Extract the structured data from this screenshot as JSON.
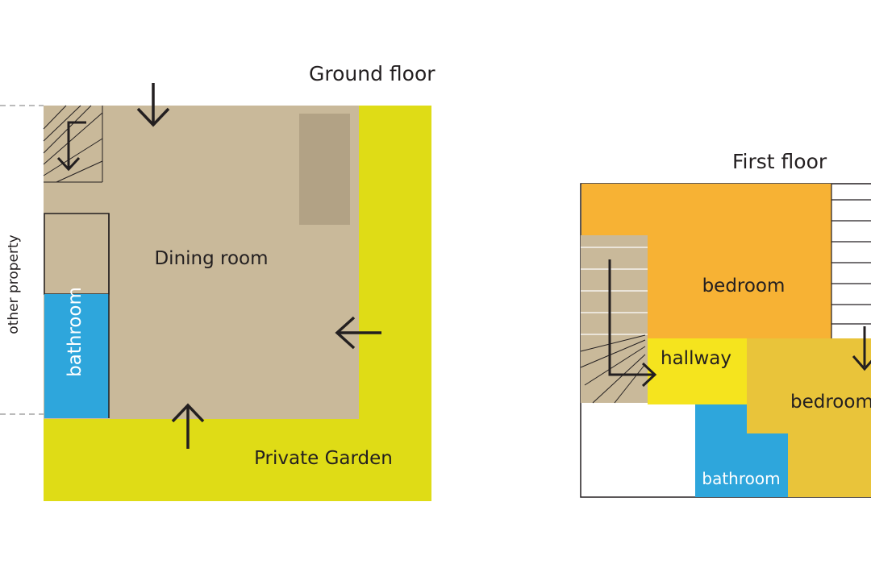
{
  "ground_floor": {
    "title": "Ground floor",
    "side_label": "other property",
    "rooms": {
      "dining_room": "Dining room",
      "bathroom": "bathroom",
      "garden": "Private Garden"
    }
  },
  "first_floor": {
    "title": "First floor",
    "rooms": {
      "bedroom_top": "bedroom",
      "hallway": "hallway",
      "bedroom_right": "bedroom",
      "bathroom": "bathroom"
    }
  },
  "colors": {
    "garden": "#dfdc16",
    "dining": "#c9b99a",
    "counter": "#b2a285",
    "bathroom": "#2ea6dc",
    "bedroom_top": "#f7b234",
    "bedroom_right": "#e9c43a",
    "hallway": "#f5e41e",
    "lines": "#231f20"
  }
}
